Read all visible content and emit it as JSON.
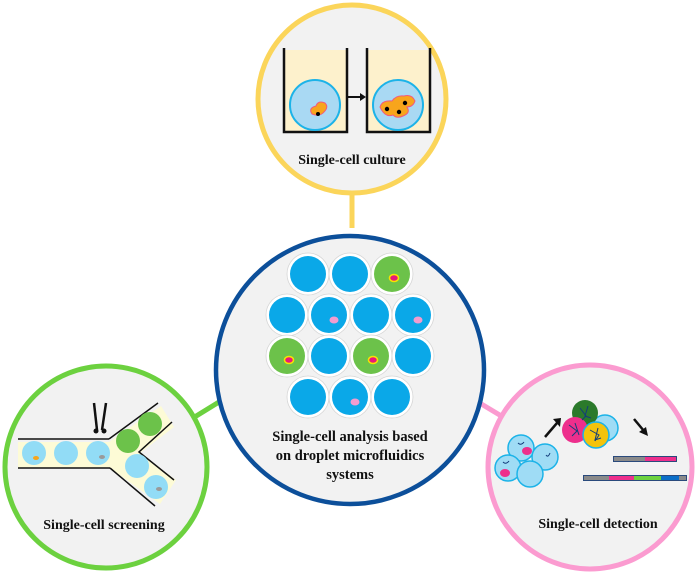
{
  "diagram": {
    "center": {
      "title_lines": [
        "Single-cell analysis based",
        "on droplet microfluidics",
        "systems"
      ],
      "ring_color": "#0c4f9a",
      "fill_color": "#f2f2f2",
      "droplet_grid": {
        "rows": [
          [
            "empty",
            "empty",
            "green-cell"
          ],
          [
            "empty",
            "pink-cell",
            "empty",
            "pink-cell"
          ],
          [
            "green-cell",
            "empty",
            "green-cell",
            "empty"
          ],
          [
            "empty",
            "pink-cell",
            "empty"
          ]
        ],
        "colors": {
          "empty": "#0aa8e8",
          "green": "#6cc24a",
          "cell_pink": "#f29ccf",
          "cell_magenta": "#e8187a",
          "cell_ring_yellow": "#f5e400"
        }
      }
    },
    "satellites": [
      {
        "id": "culture",
        "title": "Single-cell culture",
        "ring_color": "#fbd55a",
        "position": "top"
      },
      {
        "id": "screening",
        "title": "Single-cell screening",
        "ring_color": "#6cd13f",
        "position": "bottom-left"
      },
      {
        "id": "detection",
        "title": "Single-cell detection",
        "ring_color": "#fb9bd0",
        "position": "bottom-right"
      }
    ]
  }
}
